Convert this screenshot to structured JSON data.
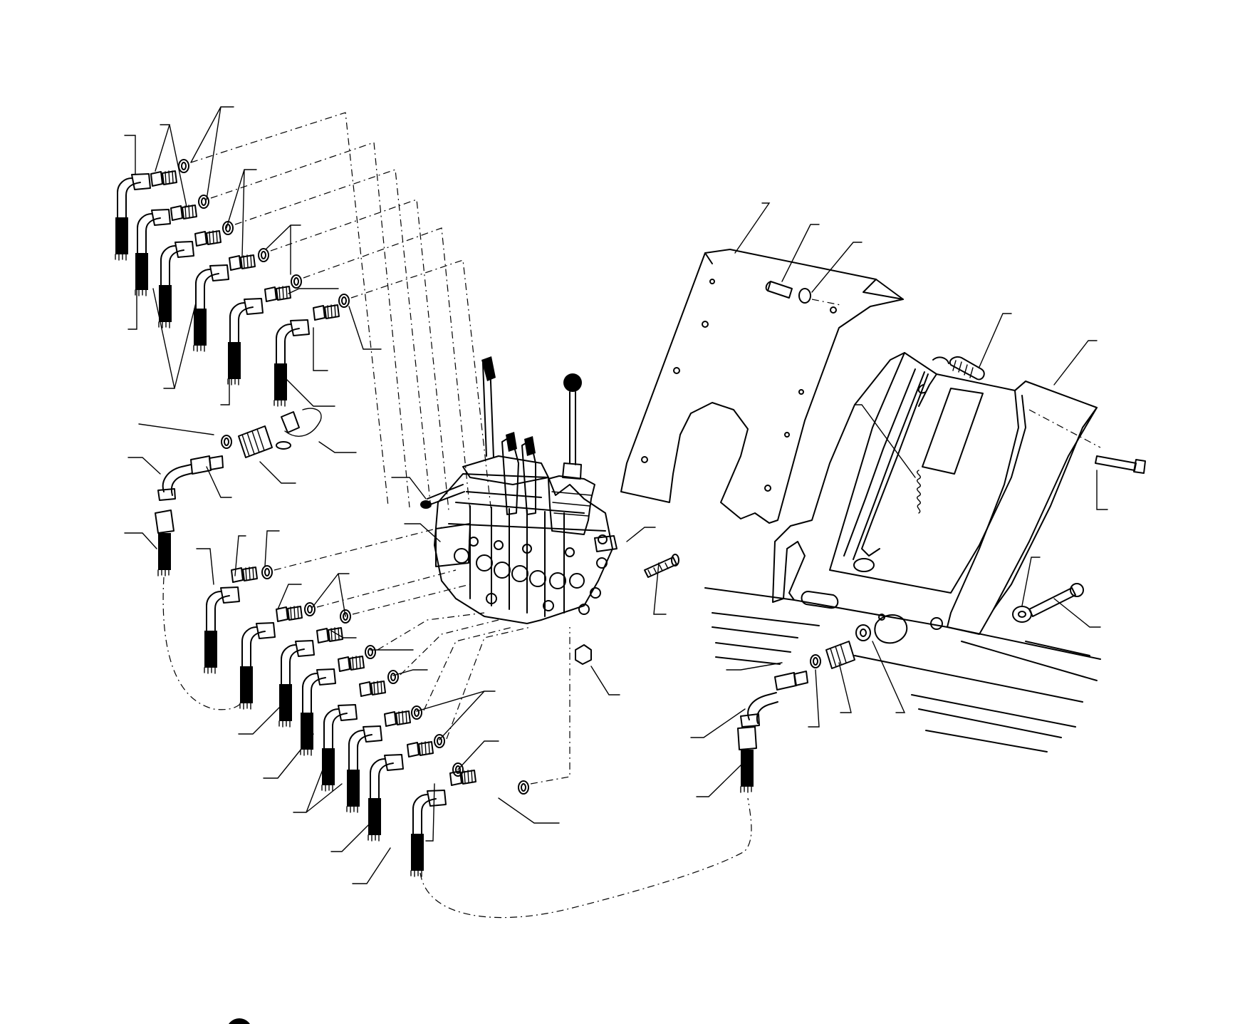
{
  "diagram": {
    "type": "exploded-parts-drawing",
    "caption": "",
    "colors": {
      "ink": "#000000",
      "background": "#ffffff"
    },
    "groups": [
      {
        "id": "upper-hose-set",
        "parts": [
          "elbow-hose",
          "adapter-fitting",
          "seal-washer"
        ],
        "count": 6
      },
      {
        "id": "quick-coupler-left",
        "parts": [
          "adapter-fitting",
          "seal-washer",
          "quick-coupler",
          "dust-cap",
          "straight-hose"
        ]
      },
      {
        "id": "control-valve",
        "parts": [
          "valve-body",
          "control-lever",
          "joystick",
          "mounting-bolt",
          "plug"
        ]
      },
      {
        "id": "lower-hose-set",
        "parts": [
          "elbow-hose",
          "adapter-fitting",
          "seal-washer"
        ],
        "count": 8
      },
      {
        "id": "cover-plate",
        "parts": [
          "slotted-cover-plate",
          "bolt",
          "lock-washer"
        ]
      },
      {
        "id": "valve-mount-frame",
        "parts": [
          "frame",
          "spring",
          "grip",
          "side-bracket",
          "bolt",
          "nut"
        ]
      },
      {
        "id": "quick-coupler-right",
        "parts": [
          "elbow-hose",
          "adapter-fitting",
          "seal-washer",
          "quick-coupler",
          "dust-cap",
          "straight-hose"
        ]
      }
    ],
    "icons": [
      "leader-line-icon",
      "elbow-hose-icon",
      "coupler-icon",
      "valve-block-icon"
    ]
  }
}
